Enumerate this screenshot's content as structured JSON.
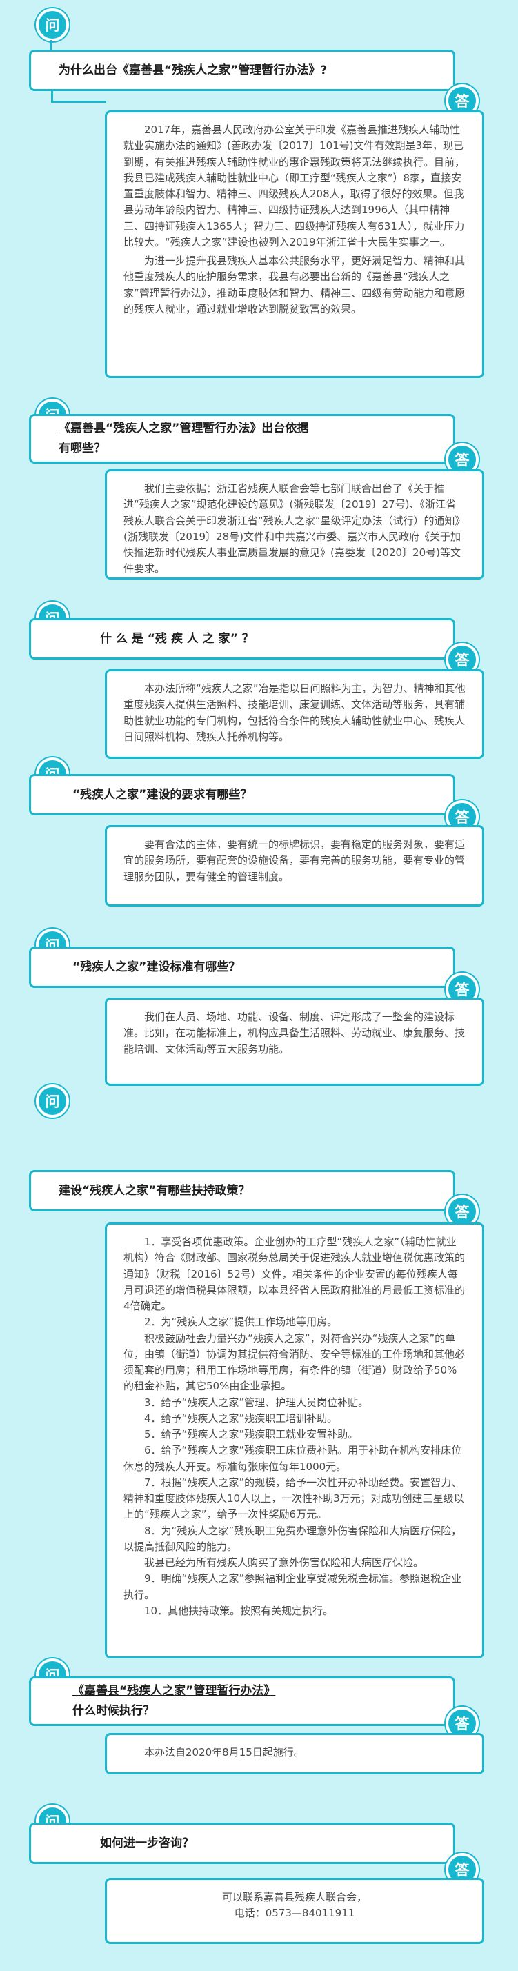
{
  "badges": {
    "question": "问",
    "answer": "答"
  },
  "qa": [
    {
      "question_parts": [
        "为什么出台",
        "《嘉善县“残疾人之家”管理暂行办法》",
        "?"
      ],
      "answer": [
        "2017年，嘉善县人民政府办公室关于印发《嘉善县推进残疾人辅助性就业实施办法的通知》(善政办发〔2017〕101号)文件有效期是3年，现已到期，有关推进残疾人辅助性就业的惠企惠残政策将无法继续执行。目前，我县已建成残疾人辅助性就业中心（即工疗型“残疾人之家”）8家，直接安置重度肢体和智力、精神三、四级残疾人208人，取得了很好的效果。但我县劳动年龄段内智力、精神三、四级持证残疾人达到1996人（其中精神三、四持证残疾人1365人；智力三、四级持证残疾人有631人），就业压力比较大。“残疾人之家”建设也被列入2019年浙江省十大民生实事之一。",
        "为进一步提升我县残疾人基本公共服务水平，更好满足智力、精神和其他重度残疾人的庇护服务需求，我县有必要出台新的《嘉善县“残疾人之家”管理暂行办法》，推动重度肢体和智力、精神三、四级有劳动能力和意愿的残疾人就业，通过就业增收达到脱贫致富的效果。"
      ]
    },
    {
      "question_parts": [
        "《嘉善县“残疾人之家”管理暂行办法》出台依据",
        "有哪些？"
      ],
      "answer": [
        "我们主要依据：浙江省残疾人联合会等七部门联合出台了《关于推进“残疾人之家”规范化建设的意见》(浙残联发〔2019〕27号)、《浙江省残疾人联合会关于印发浙江省“残疾人之家”星级评定办法（试行）的通知》(浙残联发〔2019〕28号)文件和中共嘉兴市委、嘉兴市人民政府《关于加快推进新时代残疾人事业高质量发展的意见》(嘉委发〔2020〕20号)等文件要求。"
      ]
    },
    {
      "question_parts": [
        "什 么 是 “残 疾 人 之 家” ？"
      ],
      "answer": [
        "本办法所称“残疾人之家”冶是指以日间照料为主，为智力、精神和其他重度残疾人提供生活照料、技能培训、康复训练、文体活动等服务，具有辅助性就业功能的专门机构，包括符合条件的残疾人辅助性就业中心、残疾人日间照料机构、残疾人托养机构等。"
      ]
    },
    {
      "question_parts": [
        "“残疾人之家”建设的要求有哪些？"
      ],
      "answer": [
        "要有合法的主体，要有统一的标牌标识，要有稳定的服务对象，要有适宜的服务场所，要有配套的设施设备，要有完善的服务功能，要有专业的管理服务团队，要有健全的管理制度。"
      ]
    },
    {
      "question_parts": [
        "“残疾人之家”建设标准有哪些？"
      ],
      "answer": [
        "我们在人员、场地、功能、设备、制度、评定形成了一整套的建设标准。比如，在功能标准上，机构应具备生活照料、劳动就业、康复服务、技能培训、文体活动等五大服务功能。"
      ]
    },
    {
      "question_parts": [
        "建设“残疾人之家”有哪些扶持政策？"
      ],
      "answer": [
        "1．享受各项优惠政策。企业创办的工疗型“残疾人之家”（辅助性就业机构）符合《财政部、国家税务总局关于促进残疾人就业增值税优惠政策的通知》（财税〔2016〕52号）文件，相关条件的企业安置的每位残疾人每月可退还的增值税具体限额，以本县经省人民政府批准的月最低工资标准的4倍确定。",
        "2．为“残疾人之家”提供工作场地等用房。",
        "积极鼓励社会力量兴办“残疾人之家”，对符合兴办“残疾人之家”的单位，由镇（街道）协调为其提供符合消防、安全等标准的工作场地和其他必须配套的用房；租用工作场地等用房，有条件的镇（街道）财政给予50%的租金补贴，其它50%由企业承担。",
        "3．给予“残疾人之家”管理、护理人员岗位补贴。",
        "4．给予“残疾人之家”残疾职工培训补助。",
        "5．给予“残疾人之家”残疾职工就业安置补助。",
        "6．给予“残疾人之家”残疾职工床位费补贴。用于补助在机构安排床位休息的残疾人开支。标准每张床位每年1000元。",
        "7．根据“残疾人之家”的规模，给予一次性开办补助经费。安置智力、精神和重度肢体残疾人10人以上，一次性补助3万元；对成功创建三星级以上的“残疾人之家”，给予一次性奖励6万元。",
        "8．为“残疾人之家”残疾职工免费办理意外伤害保险和大病医疗保险，以提高抵御风险的能力。",
        "我县已经为所有残疾人购买了意外伤害保险和大病医疗保险。",
        "9．明确“残疾人之家”参照福利企业享受减免税金标准。参照退税企业执行。",
        "10．其他扶持政策。按照有关规定执行。"
      ]
    },
    {
      "question_parts": [
        "《嘉善县“残疾人之家”管理暂行办法》",
        "什么时候执行？"
      ],
      "answer": [
        "本办法自2020年8月15日起施行。"
      ]
    },
    {
      "question_parts": [
        "如何进一步咨询？"
      ],
      "answer": [
        "可以联系嘉善县残疾人联合会，",
        "电话：0573—84011911"
      ]
    }
  ]
}
